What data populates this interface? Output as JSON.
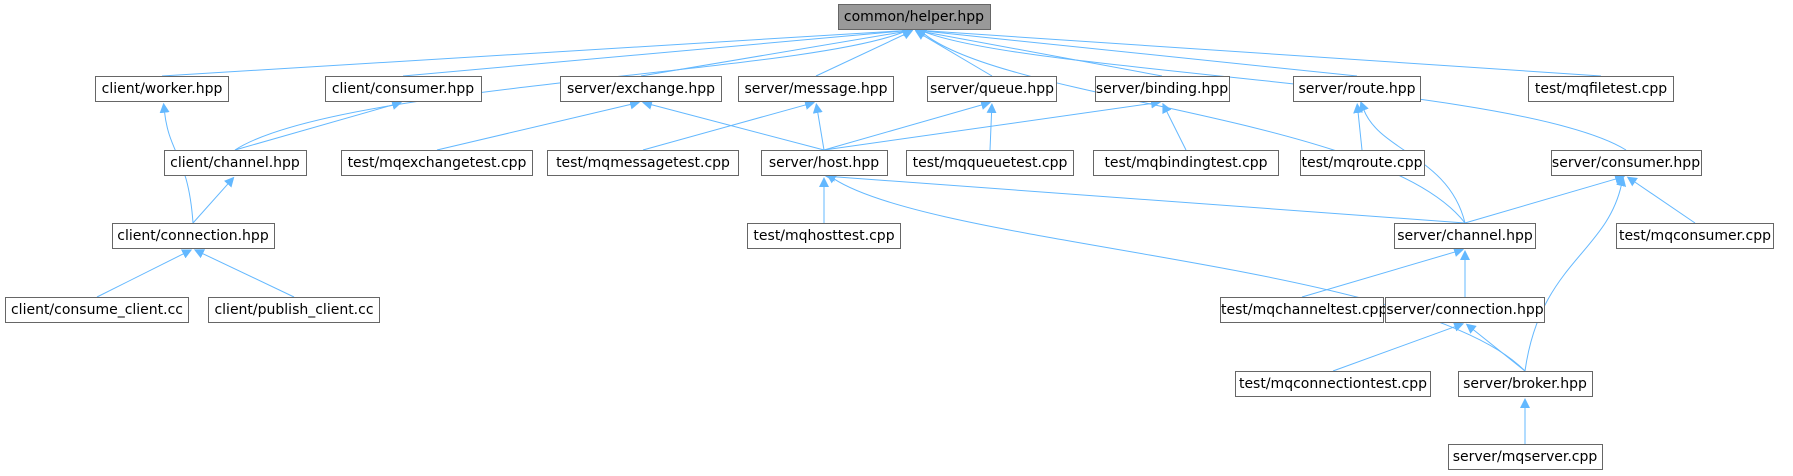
{
  "graph": {
    "colors": {
      "edge": "#63b8ff",
      "node_border": "#666666",
      "root_fill": "#999999",
      "node_fill": "#ffffff"
    },
    "root": "common/helper.hpp",
    "nodes": [
      {
        "id": "helper",
        "label": "common/helper.hpp",
        "root": true
      },
      {
        "id": "client_worker",
        "label": "client/worker.hpp"
      },
      {
        "id": "client_consumer",
        "label": "client/consumer.hpp"
      },
      {
        "id": "server_exchange",
        "label": "server/exchange.hpp"
      },
      {
        "id": "server_message",
        "label": "server/message.hpp"
      },
      {
        "id": "server_queue",
        "label": "server/queue.hpp"
      },
      {
        "id": "server_binding",
        "label": "server/binding.hpp"
      },
      {
        "id": "server_route",
        "label": "server/route.hpp"
      },
      {
        "id": "test_mqfiletest",
        "label": "test/mqfiletest.cpp"
      },
      {
        "id": "client_channel",
        "label": "client/channel.hpp"
      },
      {
        "id": "test_mqexchangetest",
        "label": "test/mqexchangetest.cpp"
      },
      {
        "id": "test_mqmessagetest",
        "label": "test/mqmessagetest.cpp"
      },
      {
        "id": "server_host",
        "label": "server/host.hpp"
      },
      {
        "id": "test_mqqueuetest",
        "label": "test/mqqueuetest.cpp"
      },
      {
        "id": "test_mqbindingtest",
        "label": "test/mqbindingtest.cpp"
      },
      {
        "id": "test_mqroute",
        "label": "test/mqroute.cpp"
      },
      {
        "id": "server_consumer",
        "label": "server/consumer.hpp"
      },
      {
        "id": "client_connection",
        "label": "client/connection.hpp"
      },
      {
        "id": "test_mqhosttest",
        "label": "test/mqhosttest.cpp"
      },
      {
        "id": "server_channel",
        "label": "server/channel.hpp"
      },
      {
        "id": "test_mqconsumer",
        "label": "test/mqconsumer.cpp"
      },
      {
        "id": "client_consume_client",
        "label": "client/consume_client.cc"
      },
      {
        "id": "client_publish_client",
        "label": "client/publish_client.cc"
      },
      {
        "id": "test_mqchanneltest",
        "label": "test/mqchanneltest.cpp"
      },
      {
        "id": "server_connection",
        "label": "server/connection.hpp"
      },
      {
        "id": "test_mqconnectiontest",
        "label": "test/mqconnectiontest.cpp"
      },
      {
        "id": "server_broker",
        "label": "server/broker.hpp"
      },
      {
        "id": "server_mqserver",
        "label": "server/mqserver.cpp"
      }
    ],
    "edges": [
      {
        "from": "client_worker",
        "to": "helper"
      },
      {
        "from": "client_consumer",
        "to": "helper"
      },
      {
        "from": "server_exchange",
        "to": "helper"
      },
      {
        "from": "server_message",
        "to": "helper"
      },
      {
        "from": "server_queue",
        "to": "helper"
      },
      {
        "from": "server_binding",
        "to": "helper"
      },
      {
        "from": "server_route",
        "to": "helper"
      },
      {
        "from": "test_mqfiletest",
        "to": "helper"
      },
      {
        "from": "client_channel",
        "to": "helper"
      },
      {
        "from": "server_channel",
        "to": "helper"
      },
      {
        "from": "server_consumer",
        "to": "helper"
      },
      {
        "from": "client_channel",
        "to": "client_consumer"
      },
      {
        "from": "client_connection",
        "to": "client_worker"
      },
      {
        "from": "client_connection",
        "to": "client_channel"
      },
      {
        "from": "client_consume_client",
        "to": "client_connection"
      },
      {
        "from": "client_publish_client",
        "to": "client_connection"
      },
      {
        "from": "test_mqexchangetest",
        "to": "server_exchange"
      },
      {
        "from": "server_host",
        "to": "server_exchange"
      },
      {
        "from": "test_mqmessagetest",
        "to": "server_message"
      },
      {
        "from": "server_host",
        "to": "server_message"
      },
      {
        "from": "server_host",
        "to": "server_queue"
      },
      {
        "from": "test_mqqueuetest",
        "to": "server_queue"
      },
      {
        "from": "server_host",
        "to": "server_binding"
      },
      {
        "from": "test_mqbindingtest",
        "to": "server_binding"
      },
      {
        "from": "test_mqroute",
        "to": "server_route"
      },
      {
        "from": "server_channel",
        "to": "server_route"
      },
      {
        "from": "test_mqhosttest",
        "to": "server_host"
      },
      {
        "from": "server_channel",
        "to": "server_host"
      },
      {
        "from": "server_broker",
        "to": "server_host"
      },
      {
        "from": "server_channel",
        "to": "server_consumer"
      },
      {
        "from": "server_broker",
        "to": "server_consumer"
      },
      {
        "from": "test_mqconsumer",
        "to": "server_consumer"
      },
      {
        "from": "test_mqchanneltest",
        "to": "server_channel"
      },
      {
        "from": "server_connection",
        "to": "server_channel"
      },
      {
        "from": "test_mqconnectiontest",
        "to": "server_connection"
      },
      {
        "from": "server_broker",
        "to": "server_connection"
      },
      {
        "from": "server_mqserver",
        "to": "server_broker"
      }
    ]
  }
}
